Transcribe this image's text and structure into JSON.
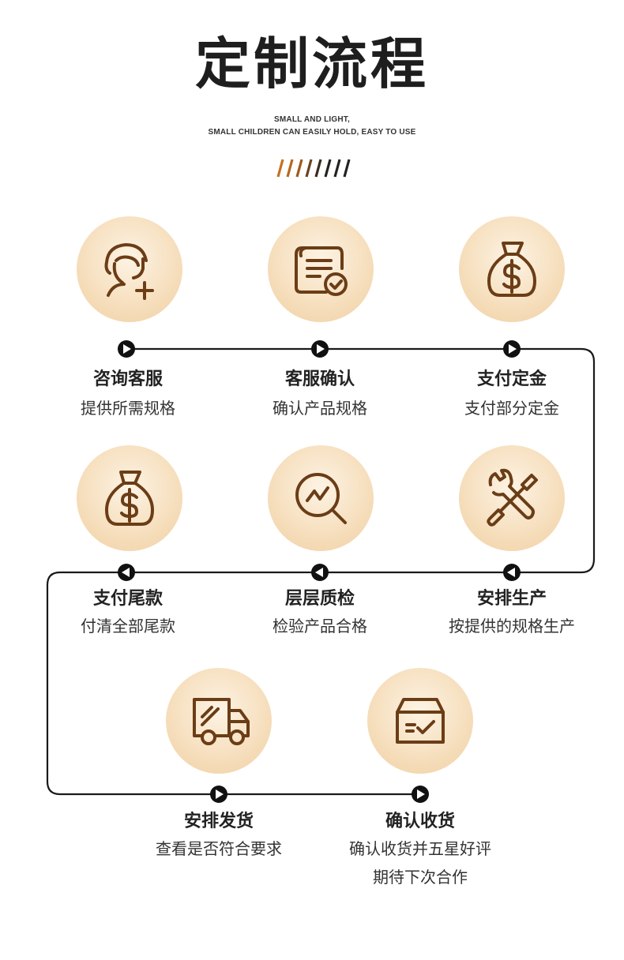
{
  "header": {
    "title": "定制流程",
    "subtitle_line1": "SMALL AND LIGHT,",
    "subtitle_line2": "SMALL CHILDREN CAN EASILY HOLD, EASY TO USE"
  },
  "colors": {
    "accent_brown": "#6b3d16",
    "accent_orange": "#c4721e",
    "circle_light": "#fdf3e4",
    "circle_dark": "#f3d6ad",
    "line": "#1a1a1a"
  },
  "steps": [
    {
      "title": "咨询客服",
      "desc": "提供所需规格",
      "icon": "customer-service-icon"
    },
    {
      "title": "客服确认",
      "desc": "确认产品规格",
      "icon": "document-check-icon"
    },
    {
      "title": "支付定金",
      "desc": "支付部分定金",
      "icon": "money-bag-icon"
    },
    {
      "title": "支付尾款",
      "desc": "付清全部尾款",
      "icon": "money-bag-icon"
    },
    {
      "title": "层层质检",
      "desc": "检验产品合格",
      "icon": "magnifier-chart-icon"
    },
    {
      "title": "安排生产",
      "desc": "按提供的规格生产",
      "icon": "tools-icon"
    },
    {
      "title": "安排发货",
      "desc": "查看是否符合要求",
      "icon": "delivery-truck-icon"
    },
    {
      "title": "确认收货",
      "desc": "确认收货并五星好评",
      "desc2": "期待下次合作",
      "icon": "box-check-icon"
    }
  ]
}
